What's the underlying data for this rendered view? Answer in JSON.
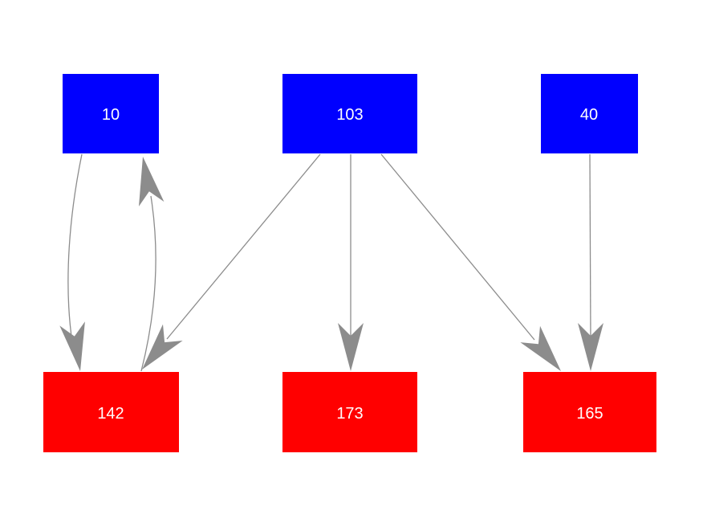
{
  "diagram": {
    "type": "directed-graph",
    "background": "#ffffff",
    "colors": {
      "source_node": "#0000ff",
      "target_node": "#ff0000",
      "node_label": "#ffffff",
      "edge": "#8c8c8c"
    },
    "nodes": [
      {
        "id": "10",
        "label": "10",
        "role": "source",
        "row": "top"
      },
      {
        "id": "103",
        "label": "103",
        "role": "source",
        "row": "top"
      },
      {
        "id": "40",
        "label": "40",
        "role": "source",
        "row": "top"
      },
      {
        "id": "142",
        "label": "142",
        "role": "target",
        "row": "bottom"
      },
      {
        "id": "173",
        "label": "173",
        "role": "target",
        "row": "bottom"
      },
      {
        "id": "165",
        "label": "165",
        "role": "target",
        "row": "bottom"
      }
    ],
    "edges": [
      {
        "from": "10",
        "to": "142",
        "style": "curved"
      },
      {
        "from": "142",
        "to": "10",
        "style": "curved"
      },
      {
        "from": "103",
        "to": "142",
        "style": "straight"
      },
      {
        "from": "103",
        "to": "173",
        "style": "straight"
      },
      {
        "from": "103",
        "to": "165",
        "style": "straight"
      },
      {
        "from": "40",
        "to": "165",
        "style": "straight"
      }
    ]
  }
}
